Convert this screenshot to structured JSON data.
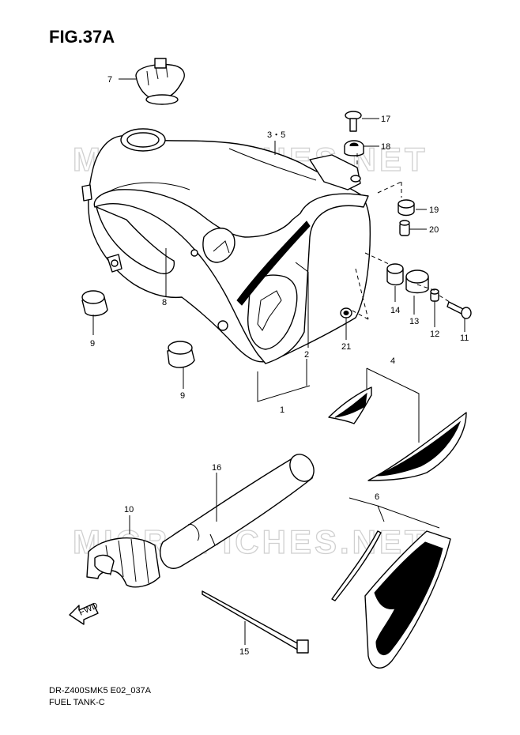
{
  "figure": {
    "title": "FIG.37A",
    "code": "DR-Z400SMK5 E02_037A",
    "name": "FUEL TANK-C"
  },
  "watermark": "MICROFICHES.NET",
  "fwd_label": "FWD",
  "callouts": [
    "1",
    "2",
    "3・5",
    "4",
    "6",
    "7",
    "8",
    "9",
    "9",
    "10",
    "11",
    "12",
    "13",
    "14",
    "15",
    "16",
    "17",
    "18",
    "19",
    "20",
    "21"
  ]
}
